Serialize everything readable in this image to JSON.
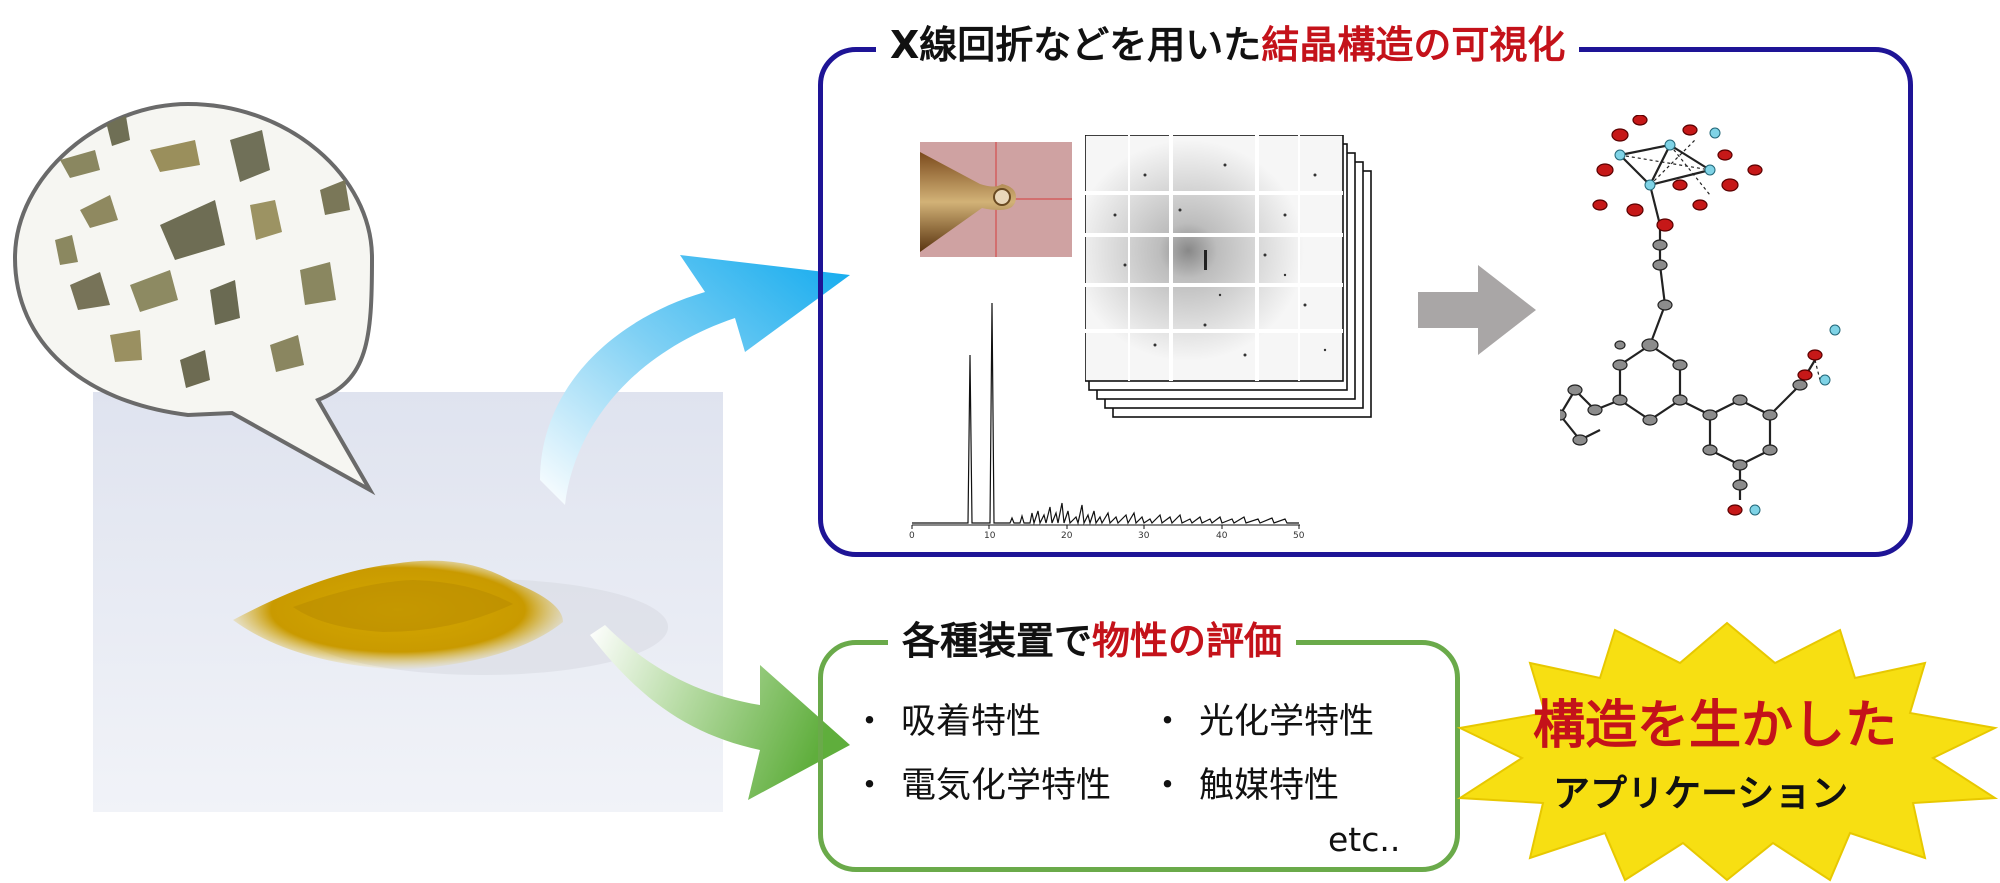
{
  "top_panel": {
    "title_prefix": "X線回折などを用いた",
    "title_highlight": "結晶構造の可視化",
    "border_color": "#1e1496"
  },
  "bottom_panel": {
    "title_prefix": "各種装置で",
    "title_highlight": "物性の評価",
    "border_color": "#6aaa4a",
    "items": [
      "吸着特性",
      "光化学特性",
      "電気化学特性",
      "触媒特性"
    ],
    "bullet": "・",
    "etc": "etc.."
  },
  "burst": {
    "main": "構造を生かした",
    "sub": "アプリケーション",
    "fill": "#f7df12"
  },
  "pxrd": {
    "x_ticks": [
      "0",
      "10",
      "20",
      "30",
      "40",
      "50"
    ]
  },
  "colors": {
    "highlight": "#c4121a",
    "arrow_blue": "#10aaee",
    "arrow_green": "#5fae3c",
    "gray_arrow": "#a9a6a6"
  }
}
